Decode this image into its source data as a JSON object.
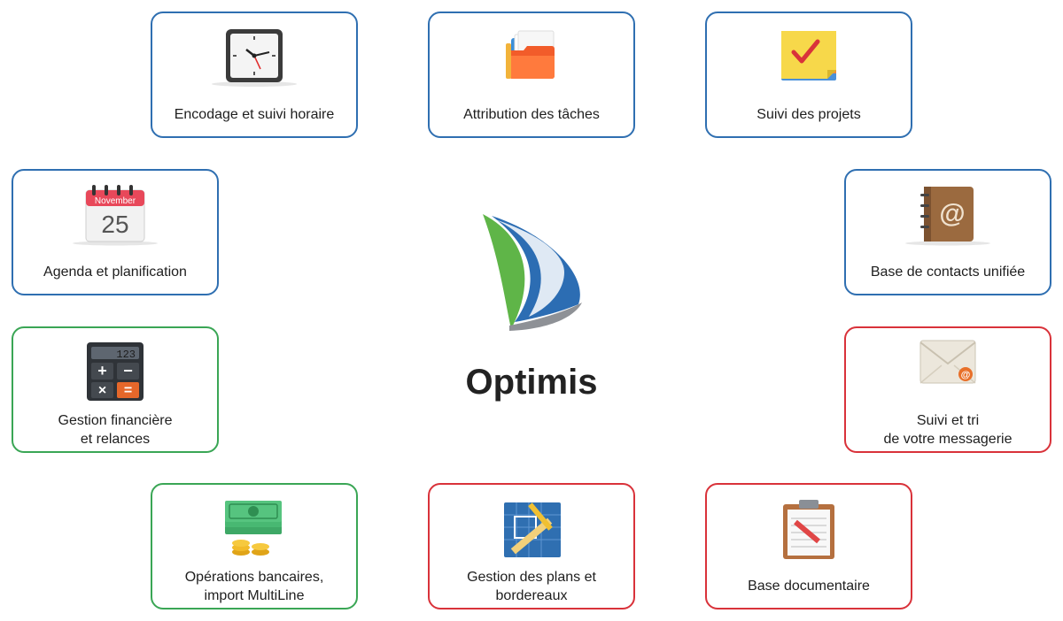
{
  "brand": {
    "name": "Optimis"
  },
  "colors": {
    "blue": "#2f6fb1",
    "green": "#3aa655",
    "red": "#d9323a"
  },
  "cards": {
    "encodage": {
      "icon": "clock-icon",
      "line1": "Encodage et suivi horaire",
      "line2": ""
    },
    "attribution": {
      "icon": "folder-icon",
      "line1": "Attribution des tâches",
      "line2": ""
    },
    "projets": {
      "icon": "sticky-note-icon",
      "line1": "Suivi des projets",
      "line2": ""
    },
    "agenda": {
      "icon": "calendar-icon",
      "line1": "Agenda et planification",
      "line2": "",
      "cal_month": "November",
      "cal_day": "25"
    },
    "contacts": {
      "icon": "address-book-icon",
      "line1": "Base de contacts unifiée",
      "line2": ""
    },
    "finance": {
      "icon": "calculator-icon",
      "line1": "Gestion financière",
      "line2": "et relances",
      "calc_display": "123"
    },
    "messagerie": {
      "icon": "envelope-icon",
      "line1": "Suivi et tri",
      "line2": "de votre messagerie"
    },
    "bancaires": {
      "icon": "money-icon",
      "line1": "Opérations bancaires,",
      "line2": "import MultiLine"
    },
    "plans": {
      "icon": "blueprint-icon",
      "line1": "Gestion des plans et",
      "line2": "bordereaux"
    },
    "documents": {
      "icon": "clipboard-icon",
      "line1": "Base documentaire",
      "line2": ""
    }
  }
}
